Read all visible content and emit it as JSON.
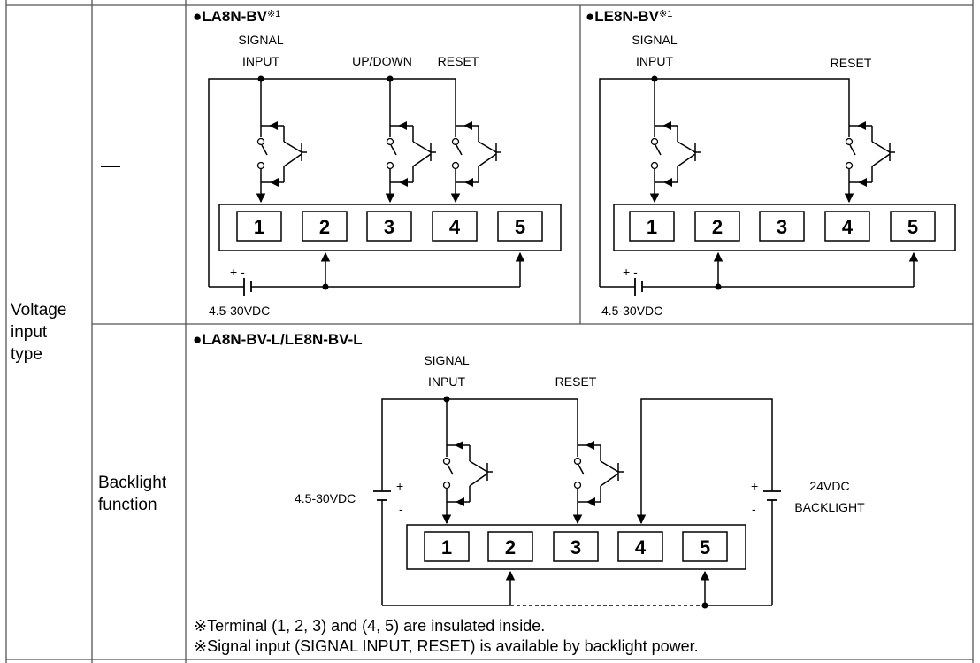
{
  "rows": {
    "voltage_input_type": "Voltage\ninput\ntype",
    "dash": "—",
    "backlight_function": "Backlight\nfunction"
  },
  "panels": {
    "la8n": {
      "title": "●LA8N-BV",
      "footnote_mark": "※1",
      "signal_input": [
        "SIGNAL",
        "INPUT"
      ],
      "up_down": "UP/DOWN",
      "reset": "RESET",
      "terminals": [
        "1",
        "2",
        "3",
        "4",
        "5"
      ],
      "polarity": "+ -",
      "supply": "4.5-30VDC"
    },
    "le8n": {
      "title": "●LE8N-BV",
      "footnote_mark": "※1",
      "signal_input": [
        "SIGNAL",
        "INPUT"
      ],
      "reset": "RESET",
      "terminals": [
        "1",
        "2",
        "3",
        "4",
        "5"
      ],
      "polarity": "+ -",
      "supply": "4.5-30VDC"
    },
    "backlight": {
      "title": "●LA8N-BV-L/LE8N-BV-L",
      "signal_input": [
        "SIGNAL",
        "INPUT"
      ],
      "reset": "RESET",
      "terminals": [
        "1",
        "2",
        "3",
        "4",
        "5"
      ],
      "plus": "+",
      "minus": "-",
      "supply_left": "4.5-30VDC",
      "supply_right": [
        "24VDC",
        "BACKLIGHT"
      ]
    }
  },
  "notes": [
    "※Terminal (1, 2, 3) and (4, 5) are insulated inside.",
    "※Signal input (SIGNAL INPUT, RESET) is available by backlight power."
  ]
}
